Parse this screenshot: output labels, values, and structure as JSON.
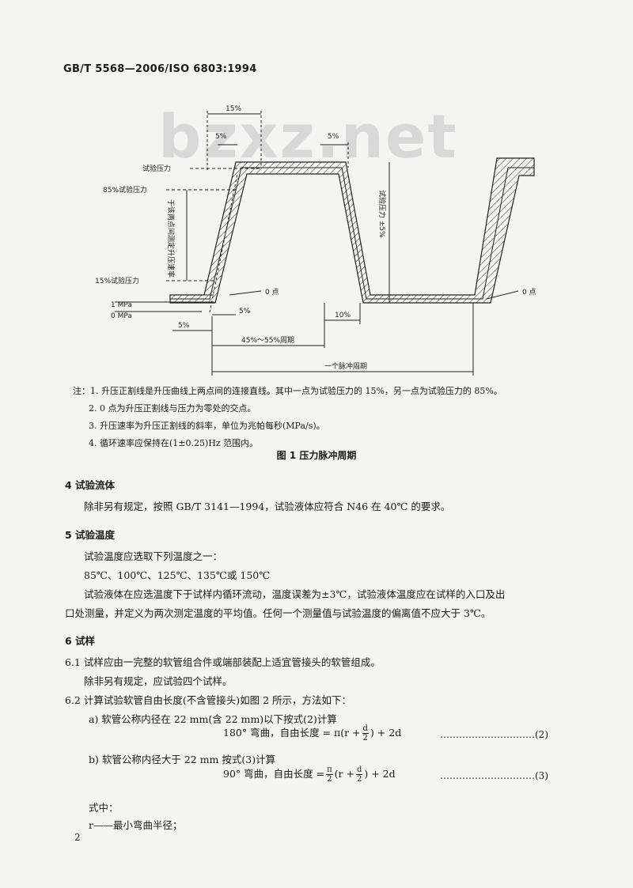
{
  "header": {
    "standard_code": "GB/T 5568—2006/ISO 6803:1994"
  },
  "watermark": "bzxz.net",
  "figure": {
    "labels": {
      "pct_15": "15%",
      "pct_5_top_left": "5%",
      "pct_5_top_right": "5%",
      "test_pressure": "试验压力",
      "pct85_test_pressure": "85%试验压力",
      "rise_rate_vertical": "于该两点间测定升压速率",
      "test_pressure_tol_vertical": "试验压力 ±5%",
      "pct15_test_pressure": "15%试验压力",
      "mpa_1": "1 MPa",
      "mpa_0": "0 MPa",
      "zero_point_left": "0 点",
      "zero_point_right": "0 点",
      "pct_5_mid": "5%",
      "pct_5_bottom": "5%",
      "pct_10": "10%",
      "range_45_55": "45%～55%周期",
      "one_pulse_cycle": "一个脉冲周期"
    },
    "notes": {
      "prefix": "注：",
      "items": [
        "1. 升压正割线是升压曲线上两点间的连接直线。其中一点为试验压力的 15%，另一点为试验压力的 85%。",
        "2. 0 点为升压正割线与压力为零处的交点。",
        "3. 升压速率为升压正割线的斜率，单位为兆帕每秒(MPa/s)。",
        "4. 循环速率应保持在(1±0.25)Hz 范围内。"
      ]
    },
    "caption": "图 1   压力脉冲周期"
  },
  "sections": {
    "s4_title": "4   试验流体",
    "s4_text": "除非另有规定，按照 GB/T 3141—1994，试验液体应符合 N46 在 40℃ 的要求。",
    "s5_title": "5   试验温度",
    "s5_text1": "试验温度应选取下列温度之一：",
    "s5_text2": "85℃、100℃、125℃、135℃或 150℃",
    "s5_text3": "试验液体在应选温度下于试样内循环流动，温度误差为±3℃，试验液体温度应在试样的入口及出",
    "s5_text4": "口处测量，并定义为两次测定温度的平均值。任何一个测量值与试验温度的偏离值不应大于 3℃。",
    "s6_title": "6   试样",
    "s61": "6.1   试样应由一完整的软管组合件或端部装配上适宜管接头的软管组成。",
    "s61b": "除非另有规定，应试验四个试样。",
    "s62": "6.2   计算试验软管自由长度(不含管接头)如图 2 所示，方法如下：",
    "s62a": "a)   软管公称内径在 22 mm(含 22 mm)以下按式(2)计算",
    "f2_left": "180° 弯曲，自由长度 = π(r +",
    "f2_num": "d",
    "f2_den": "2",
    "f2_right": ") + 2d",
    "f2_dots": "…………………………(2)",
    "s62b": "b)   软管公称内径大于 22 mm 按式(3)计算",
    "f3_left": "90° 弯曲，自由长度 =",
    "f3_pi_num": "π",
    "f3_pi_den": "2",
    "f3_mid": "(r +",
    "f3_num": "d",
    "f3_den": "2",
    "f3_right": ") + 2d",
    "f3_dots": "…………………………(3)",
    "where": "式中：",
    "r_def": "r——最小弯曲半径；"
  },
  "page_number": "2"
}
